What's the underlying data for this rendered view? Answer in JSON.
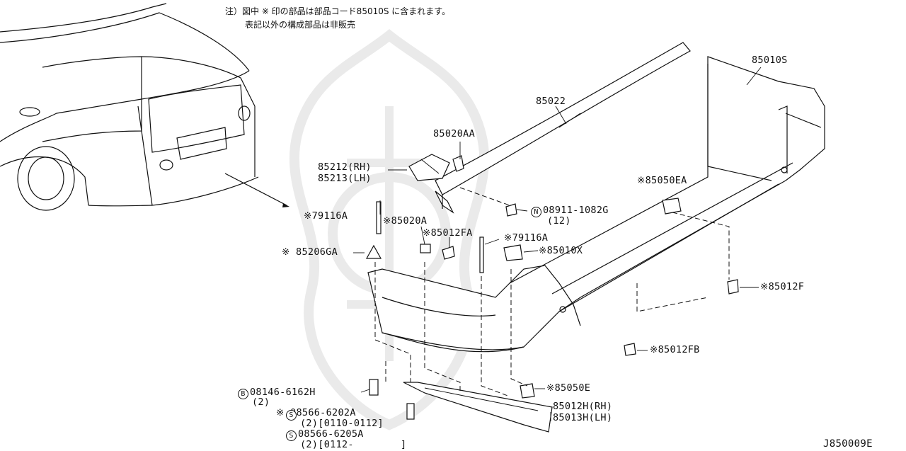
{
  "note": {
    "line1": "注）図中 ※ 印の部品は部品コード85010S に含まれます。",
    "line2": "表記以外の構成部品は非販売"
  },
  "parts": {
    "p85010s": "85010S",
    "p85022": "85022",
    "p85020aa": "85020AA",
    "p85212": "85212(RH)",
    "p85213": "85213(LH)",
    "p79116a_1": "※79116A",
    "p85020a": "※85020A",
    "p85206ga": "※ 85206GA",
    "p85012fa": "※85012FA",
    "p79116a_2": "※79116A",
    "p85010x": "※85010X",
    "p85050ea": "※85050EA",
    "nut_code": "08911-1082G",
    "nut_qty": "(12)",
    "p85012f": "※85012F",
    "p85012fb": "※85012FB",
    "p85050e": "※85050E",
    "bolt_code": "08146-6162H",
    "bolt_qty": "(2)",
    "s1_code": "※ 08566-6202A",
    "s1_qty": "(2)[0110-0112]",
    "s2_code": "08566-6205A",
    "s2_qty": "(2)[0112-",
    "s2_end": "]",
    "p85012h": "85012H(RH)",
    "p85013h": "85013H(LH)"
  },
  "symbols": {
    "n": "N",
    "b": "B",
    "s": "S"
  },
  "diagram_code": "J850009E"
}
